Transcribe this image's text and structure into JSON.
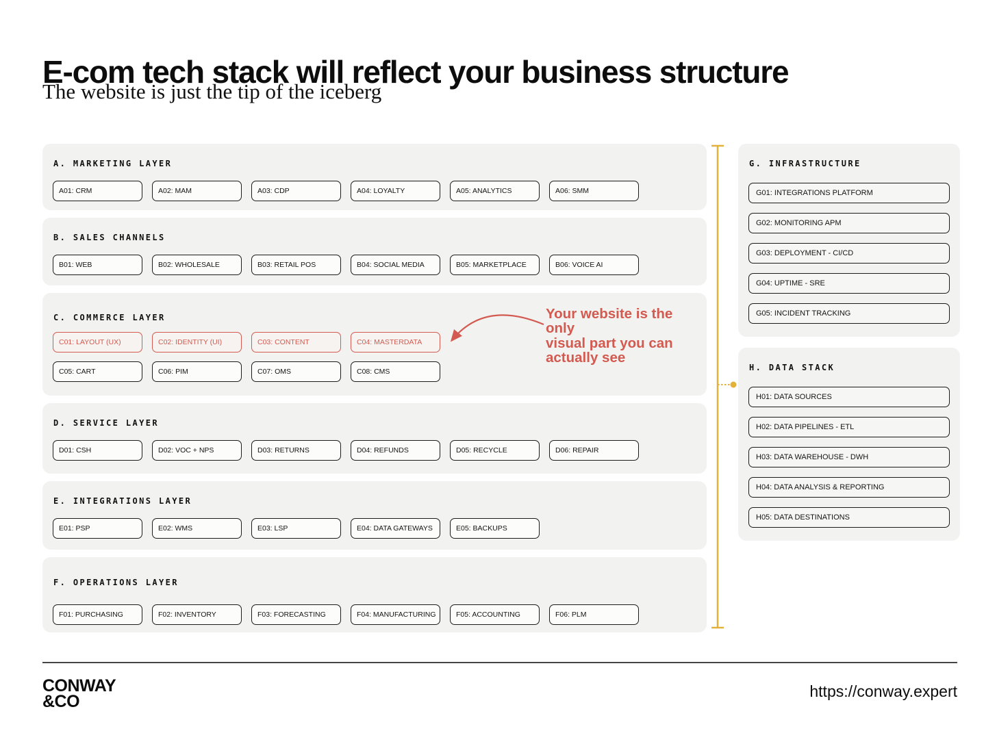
{
  "title": "E-com tech stack will reflect your business structure",
  "subtitle": "The website is just the tip of the iceberg",
  "colors": {
    "accent_red": "#D25A50",
    "accent_yellow": "#E3B23B",
    "panel_bg": "#F2F2F0",
    "box_border": "#1B1B1B"
  },
  "sections": {
    "a": {
      "title": "A. MARKETING LAYER",
      "boxes": [
        "A01: CRM",
        "A02: MAM",
        "A03: CDP",
        "A04: LOYALTY",
        "A05: ANALYTICS",
        "A06: SMM"
      ]
    },
    "b": {
      "title": "B. SALES CHANNELS",
      "boxes": [
        "B01: WEB",
        "B02: WHOLESALE",
        "B03: RETAIL POS",
        "B04: SOCIAL MEDIA",
        "B05: MARKETPLACE",
        "B06: VOICE AI"
      ]
    },
    "c": {
      "title": "C. COMMERCE LAYER",
      "highlighted": [
        "C01: LAYOUT (UX)",
        "C02: IDENTITY (UI)",
        "C03: CONTENT",
        "C04: MASTERDATA"
      ],
      "boxes": [
        "C05: CART",
        "C06: PIM",
        "C07: OMS",
        "C08: CMS"
      ]
    },
    "d": {
      "title": "D. SERVICE LAYER",
      "boxes": [
        "D01: CSH",
        "D02: VOC + NPS",
        "D03: RETURNS",
        "D04: REFUNDS",
        "D05: RECYCLE",
        "D06: REPAIR"
      ]
    },
    "e": {
      "title": "E. INTEGRATIONS LAYER",
      "boxes": [
        "E01: PSP",
        "E02: WMS",
        "E03: LSP",
        "E04: DATA GATEWAYS",
        "E05: BACKUPS"
      ]
    },
    "f": {
      "title": "F. OPERATIONS LAYER",
      "boxes": [
        "F01: PURCHASING",
        "F02: INVENTORY",
        "F03: FORECASTING",
        "F04: MANUFACTURING",
        "F05: ACCOUNTING",
        "F06: PLM"
      ]
    },
    "g": {
      "title": "G. INFRASTRUCTURE",
      "boxes": [
        "G01: INTEGRATIONS PLATFORM",
        "G02: MONITORING APM",
        "G03: DEPLOYMENT - CI/CD",
        "G04: UPTIME - SRE",
        "G05: INCIDENT TRACKING"
      ]
    },
    "h": {
      "title": "H. DATA STACK",
      "boxes": [
        "H01: DATA SOURCES",
        "H02: DATA PIPELINES - ETL",
        "H03: DATA WAREHOUSE - DWH",
        "H04: DATA ANALYSIS & REPORTING",
        "H05: DATA DESTINATIONS"
      ]
    }
  },
  "annotation": {
    "lines": [
      "Your website is the",
      "only",
      "visual part you can",
      "actually see"
    ]
  },
  "footer": {
    "brand_line1": "CONWAY",
    "brand_line2": "&CO",
    "url": "https://conway.expert"
  }
}
